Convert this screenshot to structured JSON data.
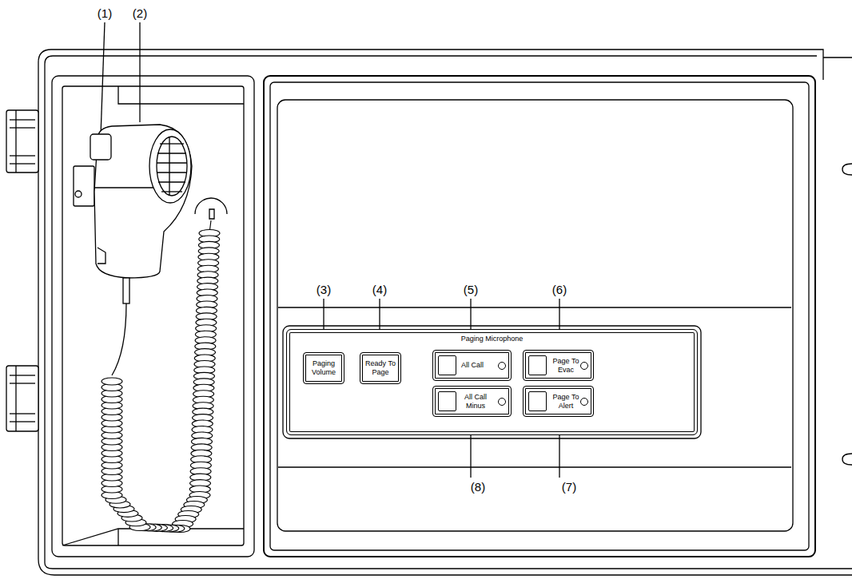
{
  "diagram": {
    "nodes": [
      {
        "text": [
          "Paging Microphone"
        ]
      },
      {
        "text": [
          "Paging Volume"
        ],
        "in": 0
      },
      {
        "text": [
          "Ready To Page"
        ],
        "in": 0
      },
      {
        "text": [
          "All Call"
        ],
        "in": 0
      },
      {
        "text": [
          "Page To Evac"
        ],
        "in": 0
      },
      {
        "text": [
          "All Call Minus"
        ],
        "in": 0
      },
      {
        "text": [
          "Page To Alert"
        ],
        "in": 0
      }
    ],
    "labels": [
      "(1)",
      "(2)",
      "(3)",
      "(4)",
      "(5)",
      "(6)",
      "(7)",
      "(8)"
    ]
  }
}
